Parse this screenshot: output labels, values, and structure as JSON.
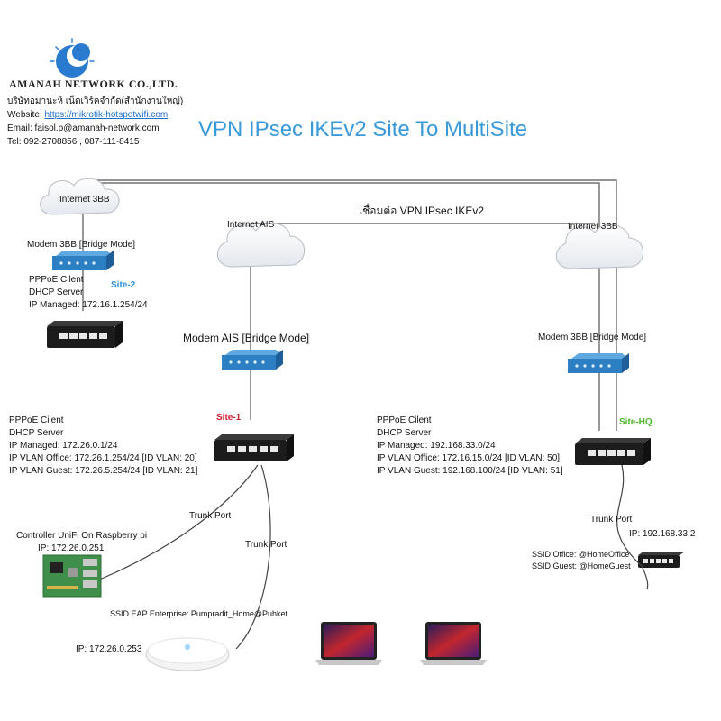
{
  "company": {
    "name": "AMANAH NETWORK CO.,LTD.",
    "thai_name": "บริษัทอมานะห์ เน็ตเวิร์คจำกัด(สำนักงานใหญ่)",
    "website_label": "Website: ",
    "website_url": "https://mikrotik-hotspotwifi.com",
    "email": "Email: faisol.p@amanah-network.com",
    "tel": "Tel: 092-2708856 , 087-111-8415"
  },
  "title": "VPN IPsec IKEv2 Site To MultiSite",
  "vpn_link_label": "เชื่อมต่อ VPN IPsec IKEv2",
  "site2": {
    "internet": "Internet 3BB",
    "modem": "Modem 3BB [Bridge Mode]",
    "site_label": "Site-2",
    "lines": [
      "PPPoE Cilent",
      "DHCP Server",
      "IP Managed: 172.16.1.254/24"
    ]
  },
  "site1": {
    "internet": "Internet AIS",
    "modem": "Modem AIS [Bridge Mode]",
    "site_label": "Site-1",
    "lines": [
      "PPPoE Cilent",
      "DHCP Server",
      "IP Managed: 172.26.0.1/24",
      "IP VLAN Office: 172.26.1.254/24 [ID VLAN: 20]",
      "IP VLAN Guest: 172.26.5.254/24 [ID VLAN: 21]"
    ],
    "trunk1": "Trunk Port",
    "trunk2": "Trunk Port",
    "controller": "Controller UniFi On Raspberry pi",
    "controller_ip": "IP: 172.26.0.251",
    "ssid": "SSID EAP Enterprise: Pumpradit_Home@Puhket",
    "ap_ip": "IP: 172.26.0.253"
  },
  "hq": {
    "internet": "Internet 3BB",
    "modem": "Modem 3BB [Bridge Mode]",
    "site_label": "Site-HQ",
    "lines": [
      "PPPoE Cilent",
      "DHCP Server",
      "IP Managed: 192.168.33.0/24",
      "IP VLAN Office: 172.16.15.0/24 [ID VLAN: 50]",
      "IP VLAN Guest: 192.168.100/24 [ID VLAN: 51]"
    ],
    "trunk": "Trunk Port",
    "ap_ip": "IP: 192.168.33.2",
    "ssid_office": "SSID Office: @HomeOffice",
    "ssid_guest": "SSID Guest: @HomeGuest"
  },
  "colors": {
    "title": "#3a9ad9",
    "modem": "#2d7fc4",
    "router": "#1c1c1c",
    "line": "#555555",
    "site2": "#2f8fd6",
    "site1": "#d21f2f",
    "hq": "#4fb52a"
  }
}
